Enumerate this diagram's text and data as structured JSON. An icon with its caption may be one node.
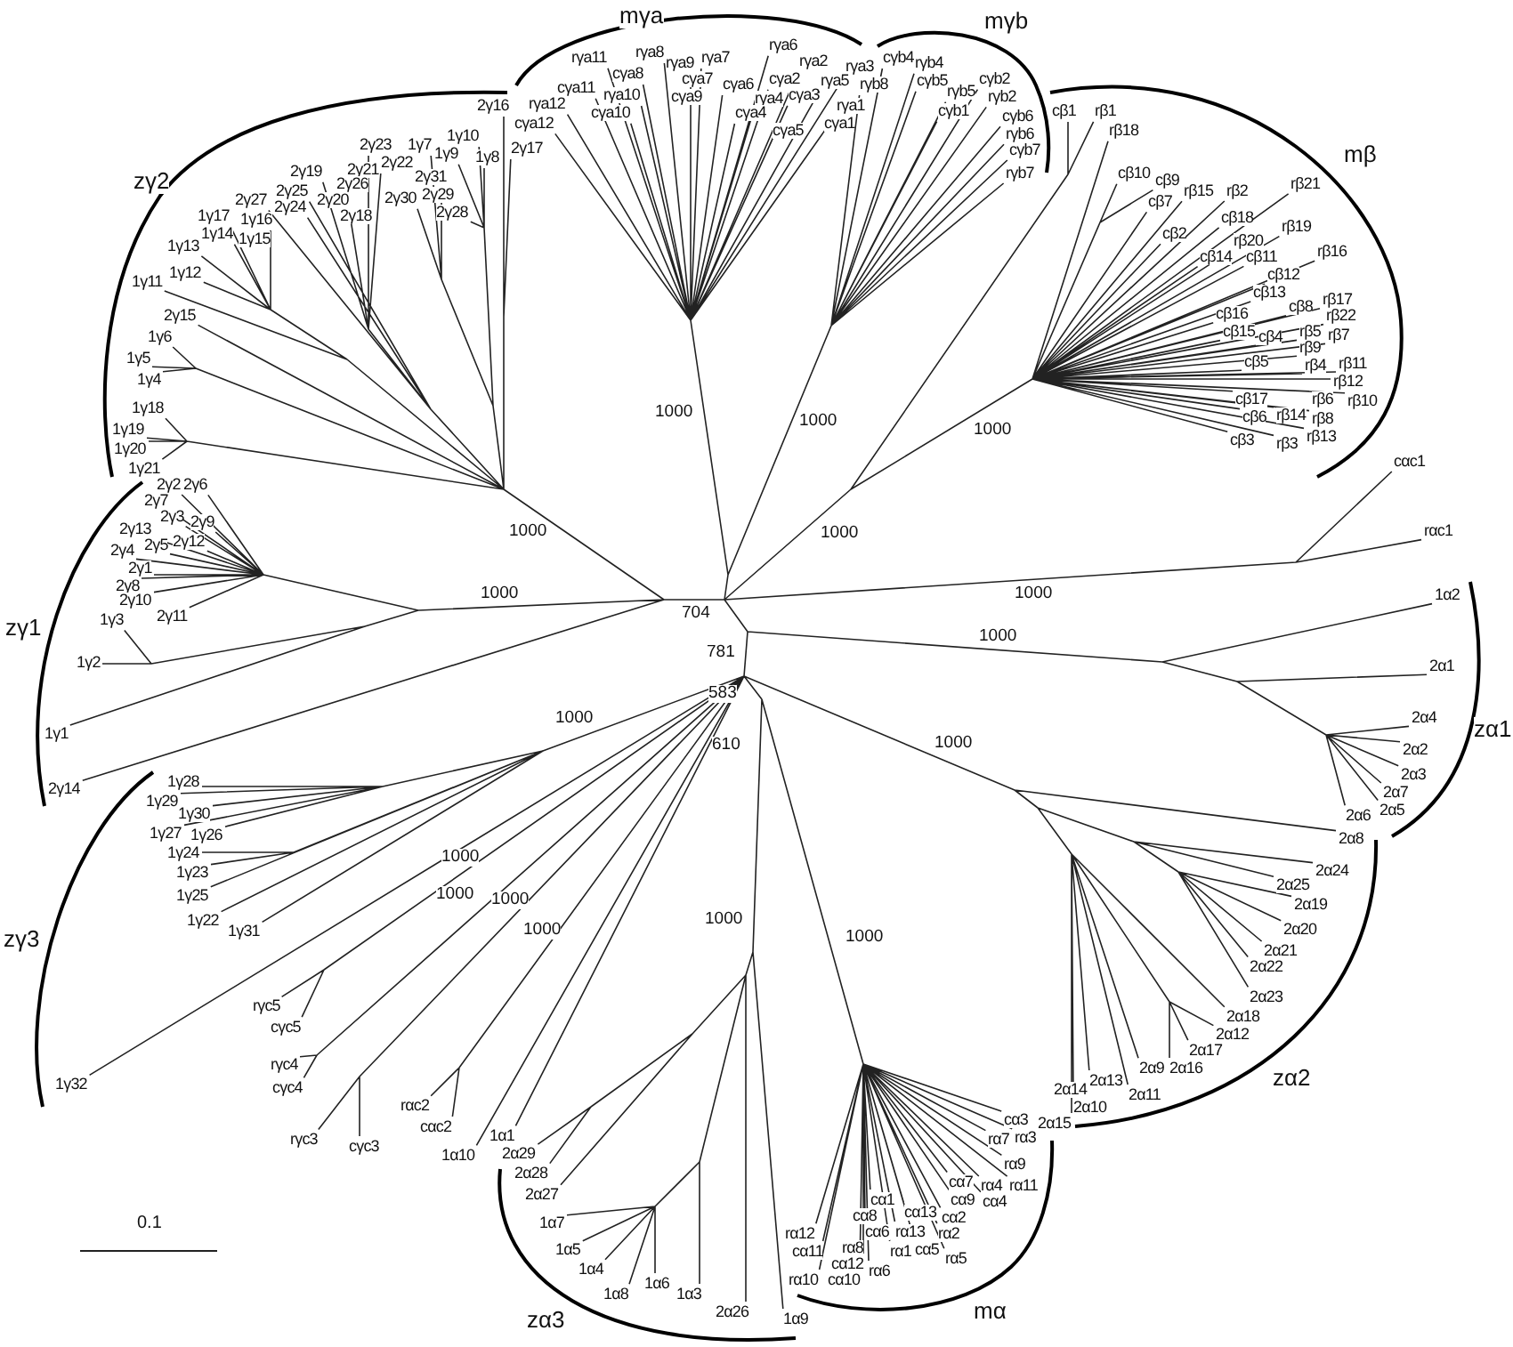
{
  "diagram": {
    "labels": [
      "zγ2",
      "2γ16",
      "2γ23",
      "1γ7",
      "1γ10",
      "1γ9",
      "1γ8",
      "2γ17",
      "2γ19",
      "2γ21",
      "2γ22",
      "2γ31",
      "2γ26",
      "2γ25",
      "2γ27",
      "2γ20",
      "2γ30",
      "2γ29",
      "1γ17",
      "1γ16",
      "2γ24",
      "2γ18",
      "2γ28",
      "1γ14",
      "1γ13",
      "1γ15",
      "1γ11",
      "1γ12",
      "2γ15",
      "1γ6",
      "1γ5",
      "1γ4",
      "1γ18",
      "1γ19",
      "1γ20",
      "1γ21",
      "mγa",
      "rγa11",
      "rγa8",
      "rγa9",
      "rγa7",
      "rγa6",
      "rγa2",
      "rγa3",
      "cγa11",
      "cγa8",
      "cγa7",
      "cγa6",
      "cγa2",
      "rγa5",
      "rγa12",
      "rγa10",
      "cγa9",
      "rγa4",
      "cγa3",
      "rγa1",
      "cγa12",
      "cγa10",
      "cγa4",
      "cγa5",
      "cγa1",
      "mγb",
      "rγb8",
      "cγb4",
      "rγb4",
      "cγb5",
      "rγb5",
      "cγb2",
      "rγb2",
      "cγb1",
      "cγb6",
      "rγb6",
      "cγb7",
      "rγb7",
      "mβ",
      "cβ1",
      "rβ1",
      "rβ18",
      "cβ10",
      "cβ9",
      "rβ15",
      "rβ2",
      "rβ21",
      "cβ7",
      "cβ18",
      "cβ2",
      "rβ19",
      "rβ20",
      "cβ14",
      "cβ11",
      "rβ16",
      "cβ12",
      "cβ13",
      "rβ17",
      "cβ8",
      "cβ16",
      "rβ22",
      "cβ15",
      "cβ4",
      "rβ5",
      "rβ7",
      "rβ9",
      "cβ5",
      "rβ4",
      "rβ11",
      "rβ12",
      "cβ17",
      "rβ6",
      "rβ10",
      "cβ6",
      "rβ14",
      "rβ8",
      "cβ3",
      "rβ3",
      "rβ13",
      "cαc1",
      "rαc1",
      "1000",
      "zα1",
      "1α2",
      "1000",
      "2α1",
      "2α4",
      "2α2",
      "2α3",
      "2α7",
      "2α6",
      "2α5",
      "2α8",
      "1000",
      "2α24",
      "2α25",
      "2α19",
      "2α20",
      "2α21",
      "2α22",
      "2α23",
      "2α18",
      "2α12",
      "2α17",
      "zα2",
      "2α9",
      "2α16",
      "2α13",
      "2α14",
      "2α11",
      "2α10",
      "2α15",
      "1000",
      "cα3",
      "rα7",
      "rα3",
      "rα9",
      "cα7",
      "rα4",
      "rα11",
      "cα1",
      "cα9",
      "cα4",
      "cα8",
      "cα13",
      "cα2",
      "rα12",
      "cα6",
      "rα13",
      "rα2",
      "cα11",
      "rα8",
      "rα1",
      "cα5",
      "rα5",
      "rα10",
      "cα12",
      "rα6",
      "cα10",
      "mα",
      "1000",
      "rαc2",
      "cαc2",
      "rγc3",
      "cγc3",
      "1α1",
      "1α10",
      "2α29",
      "2α28",
      "2α27",
      "1α7",
      "1α5",
      "1α4",
      "1α6",
      "1α8",
      "1α3",
      "zα3",
      "2α26",
      "1α9",
      "zγ1",
      "2γ2",
      "2γ6",
      "2γ7",
      "2γ13",
      "2γ3",
      "2γ9",
      "2γ4",
      "2γ5",
      "2γ12",
      "2γ1",
      "2γ8",
      "2γ10",
      "2γ11",
      "1000",
      "1000",
      "1γ3",
      "1γ2",
      "1γ1",
      "2γ14",
      "zγ3",
      "1γ28",
      "1γ29",
      "1γ30",
      "1γ27",
      "1γ26",
      "1γ24",
      "1γ23",
      "1000",
      "1γ25",
      "1000",
      "1000",
      "1γ22",
      "1γ31",
      "1000",
      "rγc5",
      "cγc5",
      "1γ32",
      "rγc4",
      "cγc4",
      "1000",
      "1000",
      "1000",
      "1000",
      "704",
      "781",
      "583",
      "1000",
      "610",
      "0.1"
    ]
  }
}
